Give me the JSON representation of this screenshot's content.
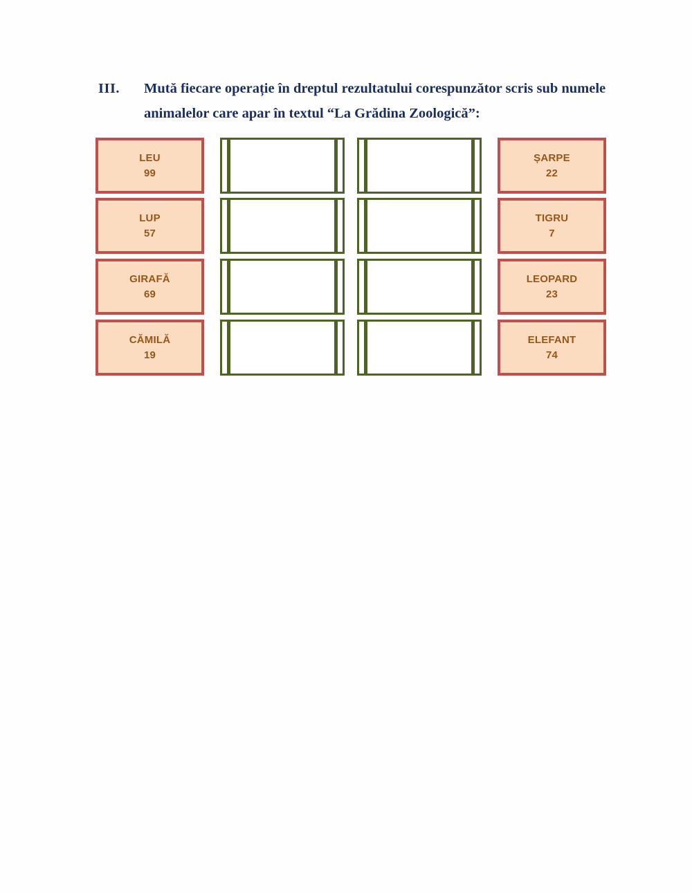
{
  "page": {
    "background_color": "#fefefe",
    "language": "ro"
  },
  "instruction": {
    "number": "III.",
    "text": "Mută fiecare operație în dreptul rezultatului corespunzător scris sub numele animalelor care apar în textul “La Grădina Zoologică”:"
  },
  "colors": {
    "heading_text": "#1b2f5e",
    "card_fill": "#fbdcc1",
    "card_border": "#c0504d",
    "card_text": "#96571b",
    "slot_border": "#4f6228",
    "slot_fill": "#ffffff"
  },
  "board": {
    "rows": [
      {
        "left_card": {
          "name": "LEU",
          "value": "99"
        },
        "slot_a": {
          "content": ""
        },
        "slot_b": {
          "content": ""
        },
        "right_card": {
          "name": "ȘARPE",
          "value": "22"
        }
      },
      {
        "left_card": {
          "name": "LUP",
          "value": "57"
        },
        "slot_a": {
          "content": ""
        },
        "slot_b": {
          "content": ""
        },
        "right_card": {
          "name": "TIGRU",
          "value": "7"
        }
      },
      {
        "left_card": {
          "name": "GIRAFĂ",
          "value": "69"
        },
        "slot_a": {
          "content": ""
        },
        "slot_b": {
          "content": ""
        },
        "right_card": {
          "name": "LEOPARD",
          "value": "23"
        }
      },
      {
        "left_card": {
          "name": "CĂMILĂ",
          "value": "19"
        },
        "slot_a": {
          "content": ""
        },
        "slot_b": {
          "content": ""
        },
        "right_card": {
          "name": "ELEFANT",
          "value": "74"
        }
      }
    ]
  }
}
